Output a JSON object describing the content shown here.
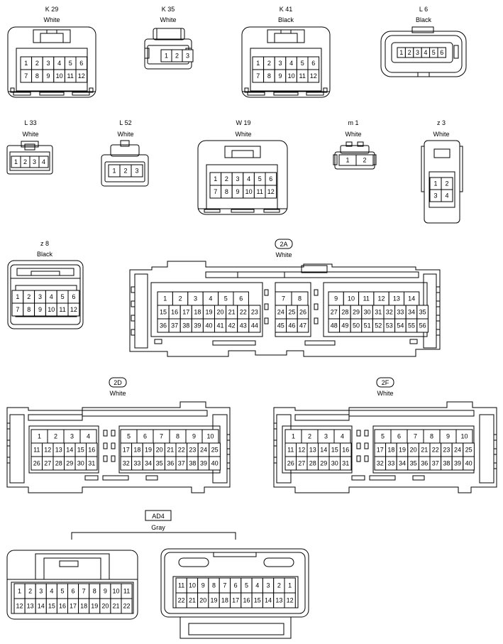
{
  "connectors": [
    {
      "id": "k29",
      "name": "K 29",
      "color": "White",
      "rows": [
        [
          "1",
          "2",
          "3",
          "4",
          "5",
          "6"
        ],
        [
          "7",
          "8",
          "9",
          "10",
          "11",
          "12"
        ]
      ]
    },
    {
      "id": "k35",
      "name": "K 35",
      "color": "White",
      "rows": [
        [
          "1",
          "2",
          "3"
        ]
      ]
    },
    {
      "id": "k41",
      "name": "K 41",
      "color": "Black",
      "rows": [
        [
          "1",
          "2",
          "3",
          "4",
          "5",
          "6"
        ],
        [
          "7",
          "8",
          "9",
          "10",
          "11",
          "12"
        ]
      ]
    },
    {
      "id": "l6",
      "name": "L 6",
      "color": "Black",
      "rows": [
        [
          "1",
          "2",
          "3",
          "4",
          "5",
          "6"
        ]
      ]
    },
    {
      "id": "l33",
      "name": "L 33",
      "color": "White",
      "rows": [
        [
          "1",
          "2",
          "3",
          "4"
        ]
      ]
    },
    {
      "id": "l52",
      "name": "L 52",
      "color": "White",
      "rows": [
        [
          "1",
          "2",
          "3"
        ]
      ]
    },
    {
      "id": "w19",
      "name": "W 19",
      "color": "White",
      "rows": [
        [
          "1",
          "2",
          "3",
          "4",
          "5",
          "6"
        ],
        [
          "7",
          "8",
          "9",
          "10",
          "11",
          "12"
        ]
      ]
    },
    {
      "id": "m1",
      "name": "m 1",
      "color": "White",
      "rows": [
        [
          "1",
          "2"
        ]
      ]
    },
    {
      "id": "z3",
      "name": "z 3",
      "color": "White",
      "rows": [
        [
          "1",
          "2"
        ],
        [
          "3",
          "4"
        ]
      ]
    },
    {
      "id": "z8",
      "name": "z 8",
      "color": "Black",
      "rows": [
        [
          "1",
          "2",
          "3",
          "4",
          "5",
          "6"
        ],
        [
          "7",
          "8",
          "9",
          "10",
          "11",
          "12"
        ]
      ]
    },
    {
      "id": "c2a",
      "name": "2A",
      "color": "White",
      "boxed": true,
      "blocks": [
        {
          "rows": [
            [
              "1",
              "2",
              "3",
              "4",
              "5",
              "6"
            ],
            [
              "15",
              "16",
              "17",
              "18",
              "19",
              "20",
              "21",
              "22",
              "23"
            ],
            [
              "36",
              "37",
              "38",
              "39",
              "40",
              "41",
              "42",
              "43",
              "44"
            ]
          ]
        },
        {
          "rows": [
            [
              "7",
              "8"
            ],
            [
              "24",
              "25",
              "26"
            ],
            [
              "45",
              "46",
              "47"
            ]
          ]
        },
        {
          "rows": [
            [
              "9",
              "10",
              "11",
              "12",
              "13",
              "14"
            ],
            [
              "27",
              "28",
              "29",
              "30",
              "31",
              "32",
              "33",
              "34",
              "35"
            ],
            [
              "48",
              "49",
              "50",
              "51",
              "52",
              "53",
              "54",
              "55",
              "56"
            ]
          ]
        }
      ]
    },
    {
      "id": "c2d",
      "name": "2D",
      "color": "White",
      "boxed": true,
      "blocks": [
        {
          "rows": [
            [
              "1",
              "2",
              "3",
              "4"
            ],
            [
              "11",
              "12",
              "13",
              "14",
              "15",
              "16"
            ],
            [
              "26",
              "27",
              "28",
              "29",
              "30",
              "31"
            ]
          ]
        },
        {
          "rows": [
            [
              "5",
              "6",
              "7",
              "8",
              "9",
              "10"
            ],
            [
              "17",
              "18",
              "19",
              "20",
              "21",
              "22",
              "23",
              "24",
              "25"
            ],
            [
              "32",
              "33",
              "34",
              "35",
              "36",
              "37",
              "38",
              "39",
              "40"
            ]
          ]
        }
      ]
    },
    {
      "id": "c2f",
      "name": "2F",
      "color": "White",
      "boxed": true,
      "blocks": [
        {
          "rows": [
            [
              "1",
              "2",
              "3",
              "4"
            ],
            [
              "11",
              "12",
              "13",
              "14",
              "15",
              "16"
            ],
            [
              "26",
              "27",
              "28",
              "29",
              "30",
              "31"
            ]
          ]
        },
        {
          "rows": [
            [
              "5",
              "6",
              "7",
              "8",
              "9",
              "10"
            ],
            [
              "17",
              "18",
              "19",
              "20",
              "21",
              "22",
              "23",
              "24",
              "25"
            ],
            [
              "32",
              "33",
              "34",
              "35",
              "36",
              "37",
              "38",
              "39",
              "40"
            ]
          ]
        }
      ]
    },
    {
      "id": "ad4",
      "name": "AD4",
      "color": "Gray",
      "boxed": true,
      "parts": [
        {
          "rows": [
            [
              "1",
              "2",
              "3",
              "4",
              "5",
              "6",
              "7",
              "8",
              "9",
              "10",
              "11"
            ],
            [
              "12",
              "13",
              "14",
              "15",
              "16",
              "17",
              "18",
              "19",
              "20",
              "21",
              "22"
            ]
          ]
        },
        {
          "rows": [
            [
              "11",
              "10",
              "9",
              "8",
              "7",
              "6",
              "5",
              "4",
              "3",
              "2",
              "1"
            ],
            [
              "22",
              "21",
              "20",
              "19",
              "18",
              "17",
              "16",
              "15",
              "14",
              "13",
              "12"
            ]
          ]
        }
      ]
    }
  ]
}
